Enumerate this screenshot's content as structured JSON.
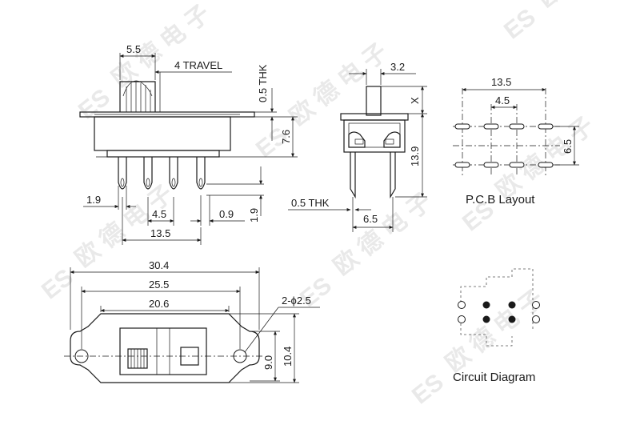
{
  "watermark": {
    "brand": "ES",
    "glyphs": "欧 德 电 子"
  },
  "side_view": {
    "dim_actuator": "5.5",
    "dim_travel": "4 TRAVEL",
    "dim_thk_top": "0.5 THK",
    "dim_height": "7.6",
    "dim_pin_offset": "1.9",
    "dim_pitch": "4.5",
    "dim_pin_width": "0.9",
    "dim_pin_len": "1.9",
    "dim_total": "13.5"
  },
  "end_view": {
    "dim_top": "3.2",
    "dim_x": "X",
    "dim_height": "13.9",
    "dim_thk": "0.5 THK",
    "dim_width": "6.5"
  },
  "pcb": {
    "dim_width": "13.5",
    "dim_pitch": "4.5",
    "dim_row": "6.5",
    "caption": "P.C.B Layout"
  },
  "top_view": {
    "dim_overall": "30.4",
    "dim_hole_span": "25.5",
    "dim_body": "20.6",
    "dim_hole": "2-ϕ2.5",
    "dim_body_h": "9.0",
    "dim_overall_h": "10.4"
  },
  "circuit": {
    "caption": "Circuit Diagram"
  }
}
